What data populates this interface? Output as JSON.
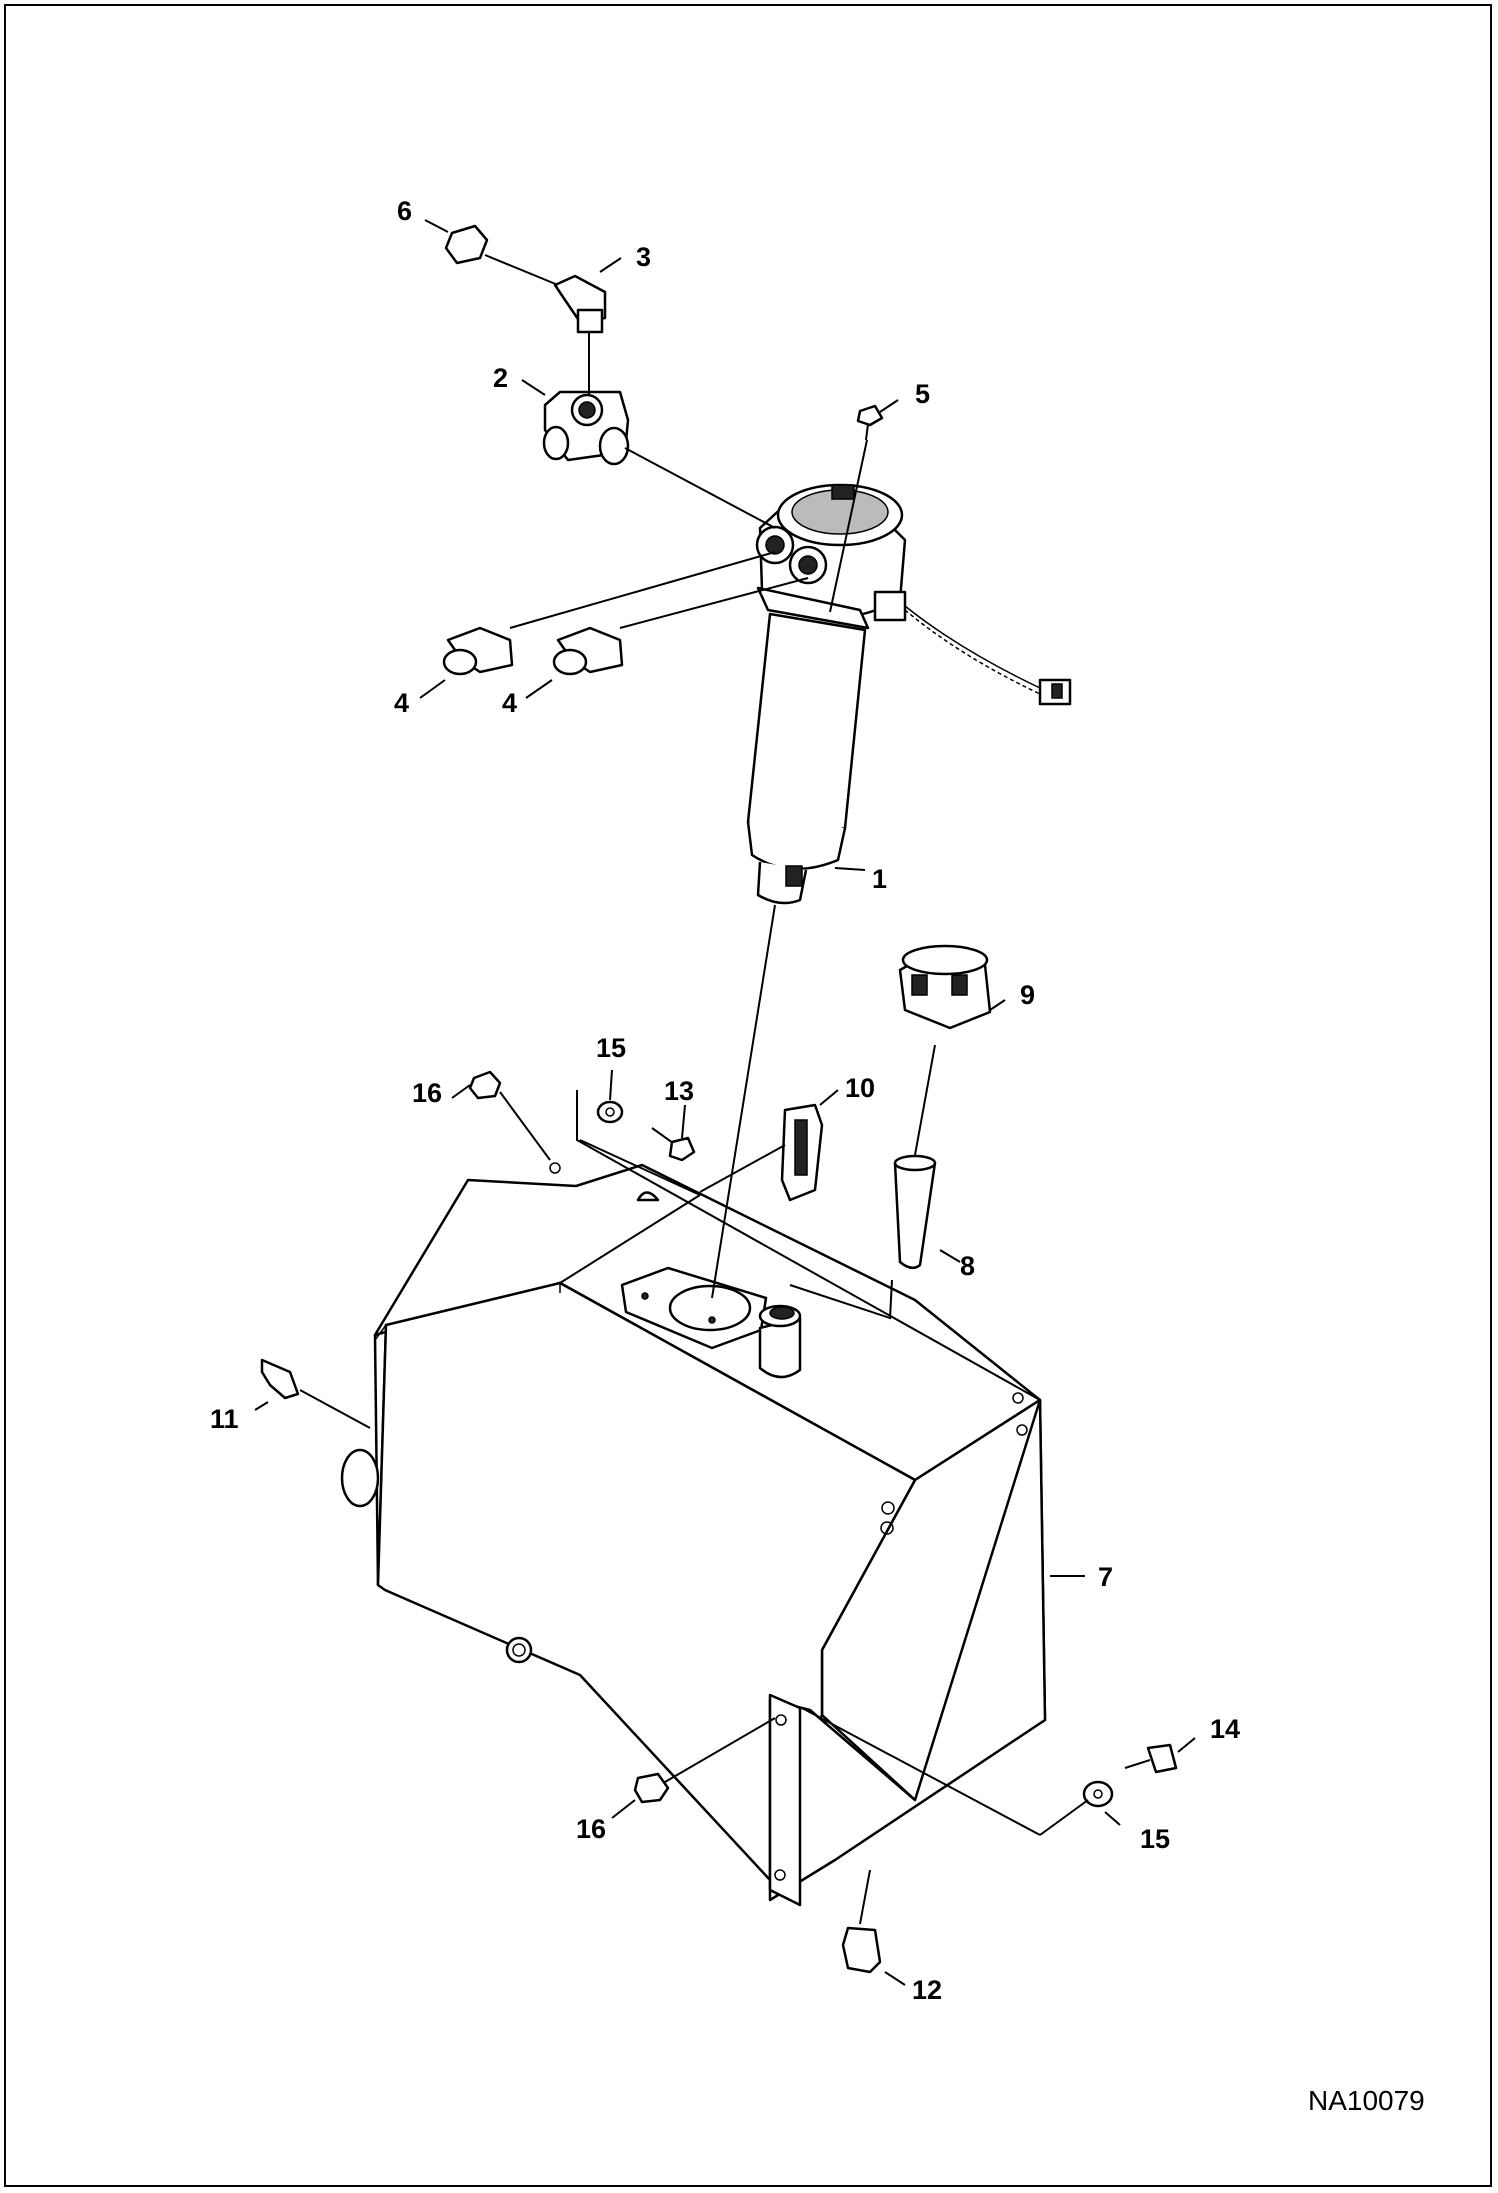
{
  "diagram": {
    "drawing_code": "NA10079",
    "callouts": {
      "c1": "1",
      "c2": "2",
      "c3": "3",
      "c4a": "4",
      "c4b": "4",
      "c5": "5",
      "c6": "6",
      "c7": "7",
      "c8": "8",
      "c9": "9",
      "c10": "10",
      "c11": "11",
      "c12": "12",
      "c13": "13",
      "c14": "14",
      "c15a": "15",
      "c15b": "15",
      "c16a": "16",
      "c16b": "16"
    }
  }
}
